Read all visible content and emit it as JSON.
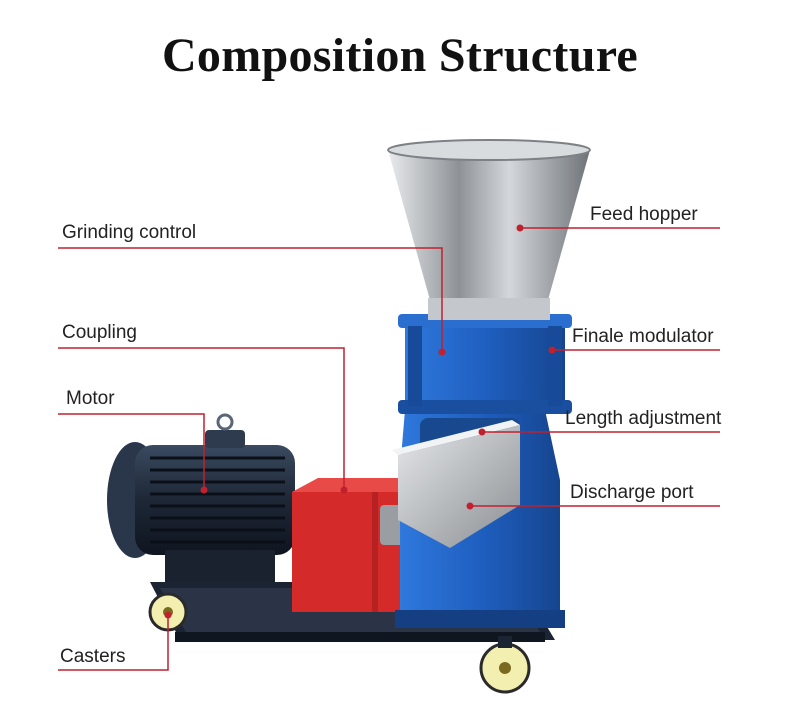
{
  "title": "Composition Structure",
  "colors": {
    "leader_line": "#c0212f",
    "machine_blue": "#1f5fc0",
    "coupling_red": "#d42a2a",
    "steel": "#b9bcc0",
    "frame": "#1b2433",
    "caster": "#f3efb0"
  },
  "labels": {
    "feed_hopper": "Feed hopper",
    "grinding_control": "Grinding control",
    "finale_modulator": "Finale modulator",
    "coupling": "Coupling",
    "motor": "Motor",
    "length_adjustment": "Length adjustment",
    "discharge_port": "Discharge port",
    "casters": "Casters"
  }
}
